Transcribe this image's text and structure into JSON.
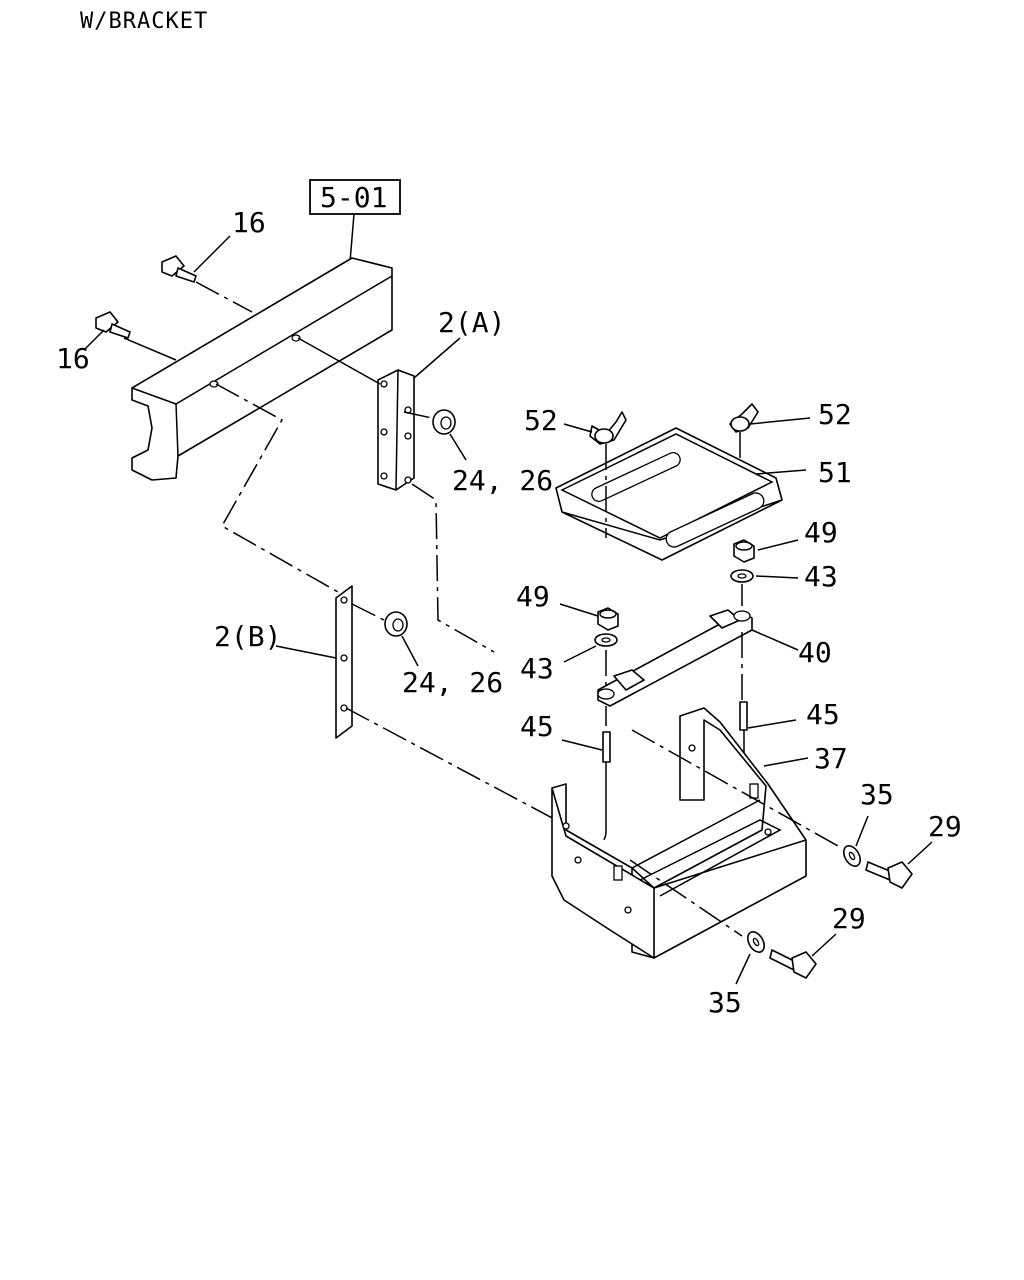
{
  "header": {
    "title": "W/BRACKET"
  },
  "ref_box": {
    "label": "5-01"
  },
  "callouts": {
    "c16_top": "16",
    "c16_left": "16",
    "c2a": "2(A)",
    "c24_26_top": "24, 26",
    "c2b": "2(B)",
    "c24_26_bottom": "24, 26",
    "c52_left": "52",
    "c52_right": "52",
    "c51": "51",
    "c49_right": "49",
    "c43_right": "43",
    "c49_left": "49",
    "c43_left": "43",
    "c40": "40",
    "c45_left": "45",
    "c45_right": "45",
    "c37": "37",
    "c35_right": "35",
    "c29_right": "29",
    "c29_bottom": "29",
    "c35_bottom": "35"
  }
}
